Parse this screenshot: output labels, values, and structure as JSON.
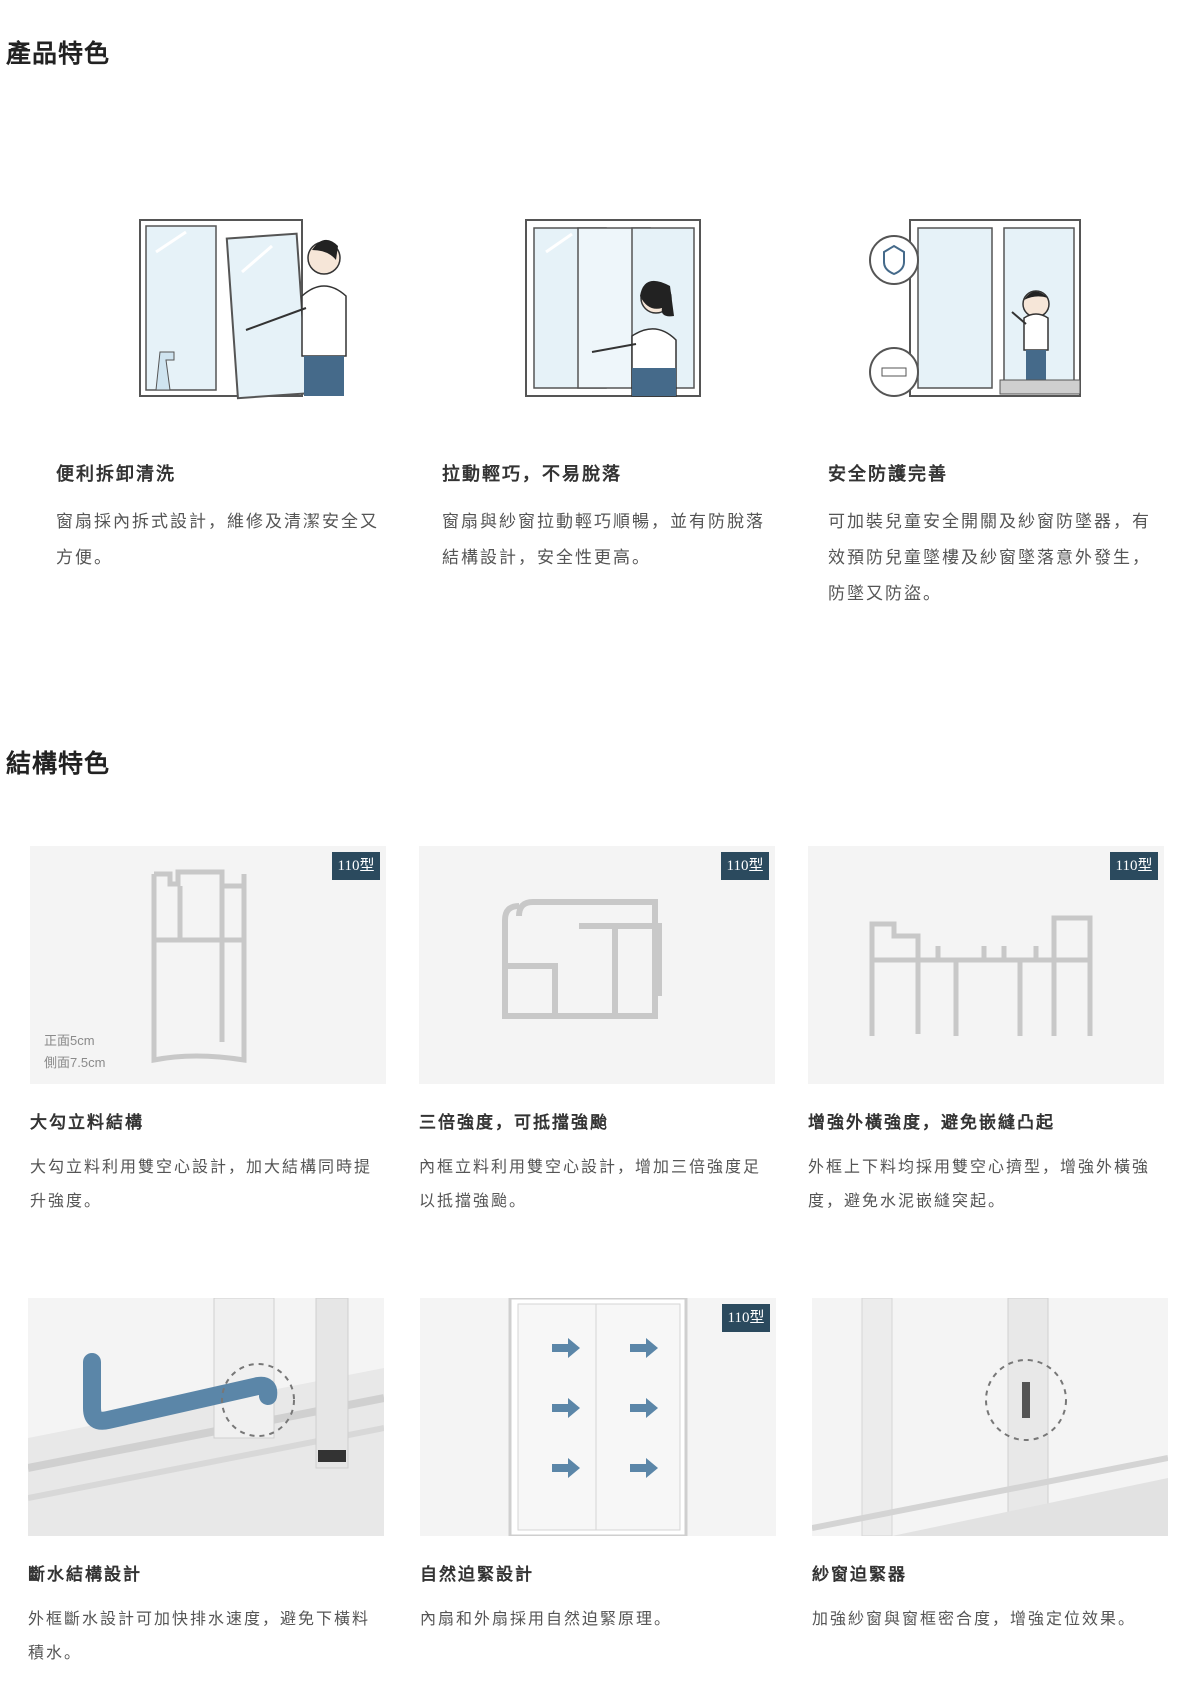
{
  "sections": {
    "product_title": "產品特色",
    "structure_title": "結構特色"
  },
  "product_features": [
    {
      "title": "便利拆卸清洗",
      "desc": "窗扇採內拆式設計，維修及清潔安全又方便。",
      "icon": "window-removal-illustration"
    },
    {
      "title": "拉動輕巧，不易脫落",
      "desc": "窗扇與紗窗拉動輕巧順暢，並有防脫落結構設計，安全性更高。",
      "icon": "window-sliding-illustration"
    },
    {
      "title": "安全防護完善",
      "desc": "可加裝兒童安全開關及紗窗防墜器，有效預防兒童墜樓及紗窗墜落意外發生，防墜又防盜。",
      "icon": "child-safety-illustration"
    }
  ],
  "structure_features": [
    {
      "title": "大勾立料結構",
      "desc": "大勾立料利用雙空心設計，加大結構同時提升強度。",
      "tag": "110型",
      "dim_front": "正面5cm",
      "dim_side": "側面7.5cm"
    },
    {
      "title": "三倍強度，可抵擋強颱",
      "desc": "內框立料利用雙空心設計，增加三倍強度足以抵擋強颱。",
      "tag": "110型"
    },
    {
      "title": "增強外橫強度，避免嵌縫凸起",
      "desc": "外框上下料均採用雙空心擠型，增強外橫強度，避免水泥嵌縫突起。",
      "tag": "110型"
    },
    {
      "title": "斷水結構設計",
      "desc": "外框斷水設計可加快排水速度，避免下橫料積水。"
    },
    {
      "title": "自然迫緊設計",
      "desc": "內扇和外扇採用自然迫緊原理。",
      "tag": "110型"
    },
    {
      "title": "紗窗迫緊器",
      "desc": "加強紗窗與窗框密合度，增強定位效果。"
    }
  ],
  "colors": {
    "tag_bg": "#2b4a5e",
    "accent_blue": "#5b86a8",
    "panel_bg": "#f4f4f4"
  }
}
